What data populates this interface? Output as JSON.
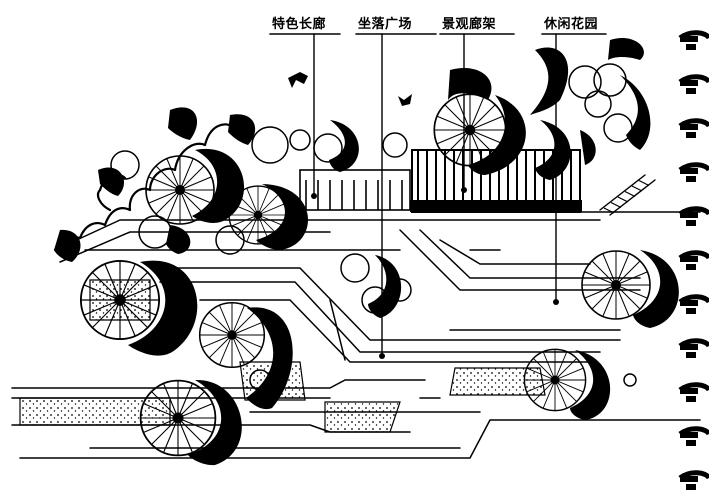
{
  "labels": [
    {
      "id": "l1",
      "text": "特色长廊"
    },
    {
      "id": "l2",
      "text": "坐落广场"
    },
    {
      "id": "l3",
      "text": "景观廊架"
    },
    {
      "id": "l4",
      "text": "休闲花园"
    }
  ]
}
